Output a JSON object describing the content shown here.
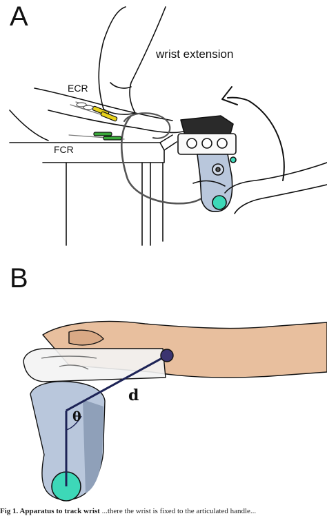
{
  "panels": {
    "a": {
      "letter": "A",
      "labels": {
        "movement": "wrist extension",
        "upper_muscle": "ECR",
        "lower_muscle": "FCR"
      }
    },
    "b": {
      "letter": "B",
      "labels": {
        "distance": "d",
        "angle": "θ"
      }
    }
  },
  "caption": {
    "bold_part": "Fig 1. Apparatus to track wrist",
    "rest": "...there the wrist is fixed to the articulated handle..."
  },
  "colors": {
    "line": "#111111",
    "electrode_yellow": "#e8d21a",
    "electrode_green": "#3aa83a",
    "handle_blue": "#b9c7dc",
    "knob_teal": "#3dd8b8",
    "skin": "#e8bf9e",
    "pivot_purple": "#3b3470",
    "shaft_navy": "#1d2356"
  }
}
